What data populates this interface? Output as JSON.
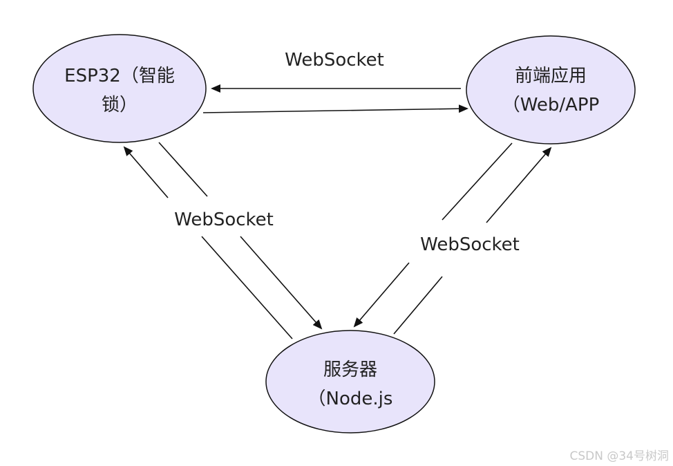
{
  "nodes": {
    "esp32": {
      "line1": "ESP32（智能",
      "line2": "锁）"
    },
    "frontend": {
      "line1": "前端应用",
      "line2": "（Web/APP"
    },
    "server": {
      "line1": "服务器",
      "line2": "（Node.js"
    }
  },
  "edges": {
    "top_label": "WebSocket",
    "left_label": "WebSocket",
    "right_label": "WebSocket"
  },
  "watermark": "CSDN @34号树洞",
  "colors": {
    "node_fill": "#e8e4fb",
    "node_stroke": "#111111",
    "line": "#111111"
  }
}
